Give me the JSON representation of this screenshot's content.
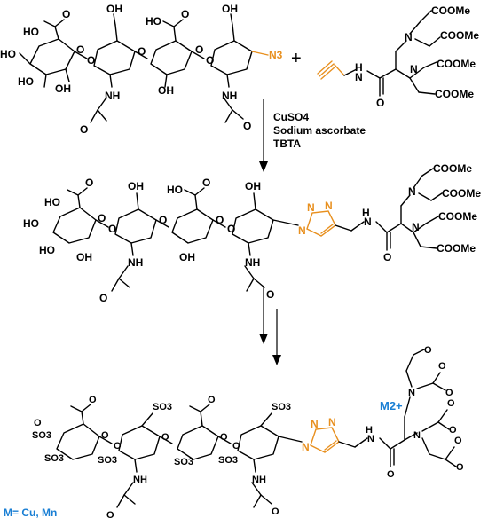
{
  "reaction_scheme": {
    "step1": {
      "azide_label": "N3",
      "plus_sign": "+",
      "reagents": [
        "CuSO4",
        "Sodium ascorbate",
        "TBTA"
      ]
    },
    "atom_labels": {
      "HO": "HO",
      "OH": "OH",
      "O": "O",
      "NH": "NH",
      "N": "N",
      "H": "H",
      "COOMe": "COOMe",
      "SO3": "SO3",
      "COO": "O"
    },
    "triazole": {
      "n1": "N",
      "n2": "N",
      "n3": "N"
    },
    "metal_ion": "M2+",
    "metal_legend": "M= Cu, Mn"
  },
  "colors": {
    "azide_triazole": "#e8901f",
    "metal": "#1a7fd4",
    "structure": "#000000"
  }
}
